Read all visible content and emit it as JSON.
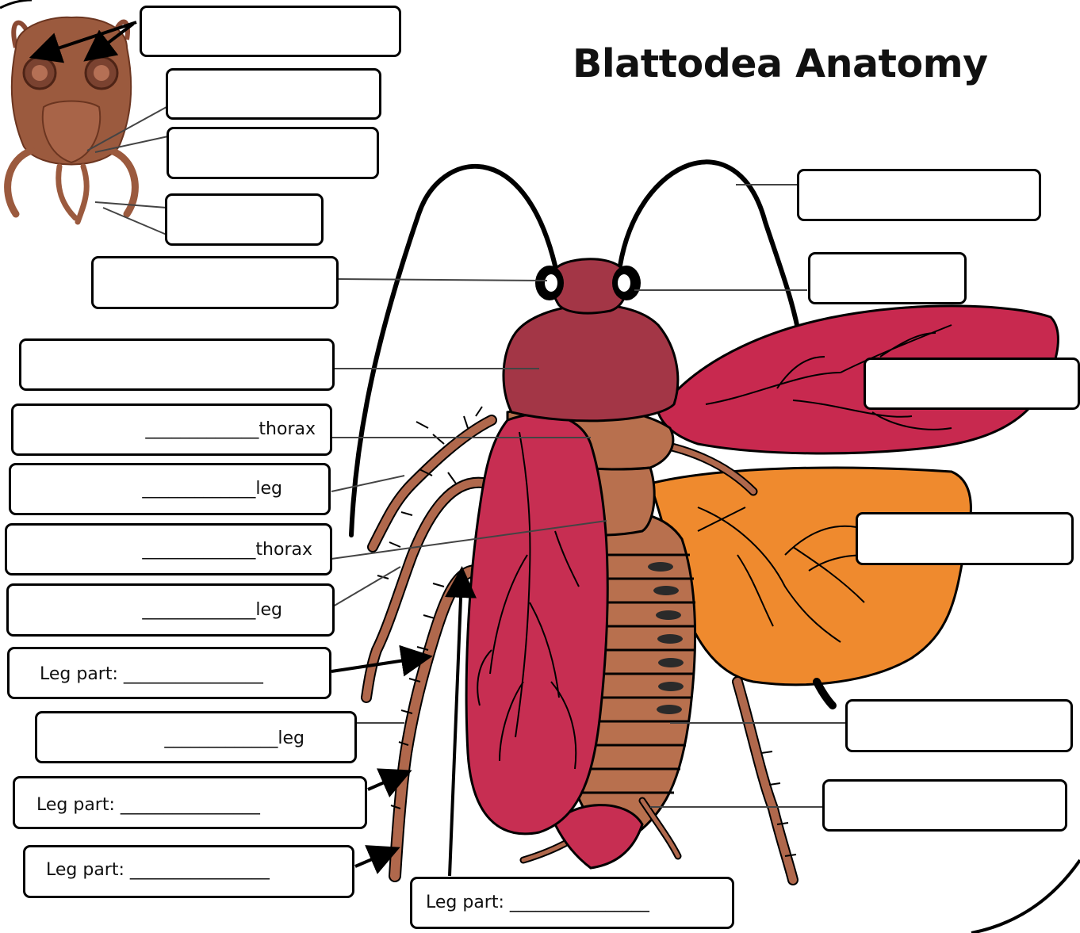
{
  "title": "Blattodea Anatomy",
  "colors": {
    "head_body": "#a33646",
    "forewing": "#c72e52",
    "hindwing_red": "#c8294f",
    "hindwing_orange": "#ef8a2e",
    "legs": "#b0684c",
    "abdomen": "#b8704e",
    "spiracle": "#2a2a2a",
    "outline": "#000000"
  },
  "icons": {
    "head_closeup": "cockroach-head-icon",
    "arrows": "arrow-icon"
  },
  "labels": {
    "thorax_1": "_____________thorax",
    "leg_1": "_____________leg",
    "thorax_2": "_____________thorax",
    "leg_2": "_____________leg",
    "leg_part_1": "Leg part: ________________",
    "leg_3": "_____________leg",
    "leg_part_2": "Leg part: ________________",
    "leg_part_3": "Leg part: ________________",
    "leg_part_4": "Leg part: ________________"
  }
}
